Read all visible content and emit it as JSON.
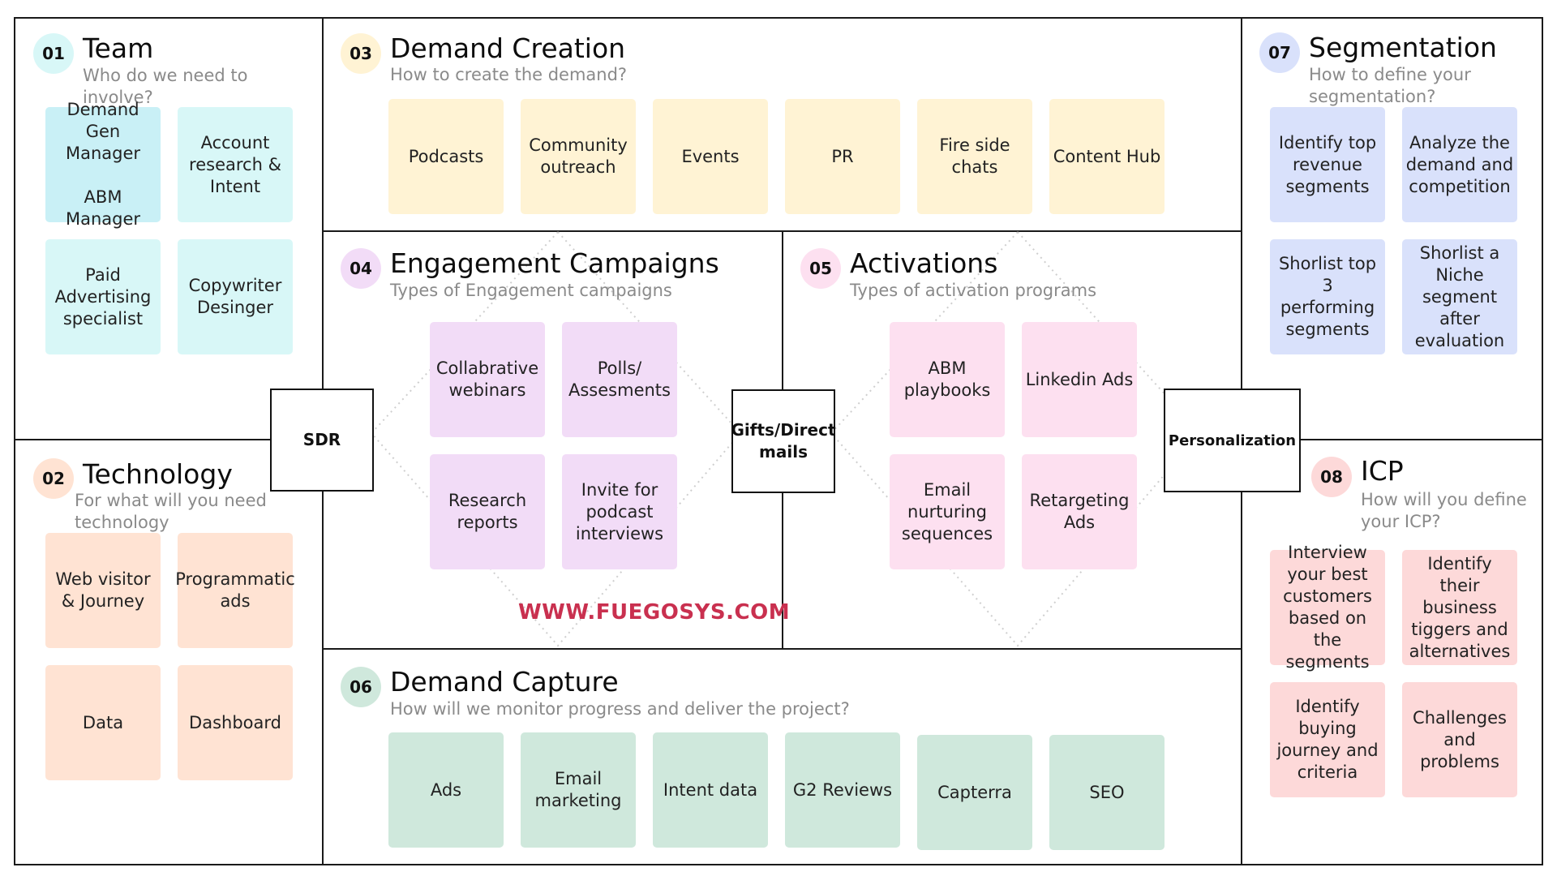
{
  "colors": {
    "team": "#d8f7f7",
    "team_dark": "#c9f0f6",
    "technology": "#ffe3d3",
    "demand_creation": "#fff3d4",
    "engagement": "#f2dcf7",
    "activations": "#fde0f0",
    "demand_capture": "#cfe8dc",
    "segmentation": "#d9e1fb",
    "icp": "#fdd9d9",
    "brand": "#c9304f"
  },
  "sections": {
    "team": {
      "number": "01",
      "title": "Team",
      "subtitle": "Who do we need to involve?",
      "cards": [
        "Demand Gen Manager\n\nABM Manager",
        "Account research & Intent",
        "Paid Advertising specialist",
        "Copywriter Desinger"
      ]
    },
    "technology": {
      "number": "02",
      "title": "Technology",
      "subtitle": "For what will you need technology",
      "cards": [
        "Web visitor & Journey",
        "Programmatic ads",
        "Data",
        "Dashboard"
      ]
    },
    "demand_creation": {
      "number": "03",
      "title": "Demand Creation",
      "subtitle": "How to create the demand?",
      "cards": [
        "Podcasts",
        "Community outreach",
        "Events",
        "PR",
        "Fire side chats",
        "Content Hub"
      ]
    },
    "engagement": {
      "number": "04",
      "title": "Engagement Campaigns",
      "subtitle": "Types of Engagement campaigns",
      "cards": [
        "Collabrative webinars",
        "Polls/ Assesments",
        "Research reports",
        "Invite for podcast interviews"
      ]
    },
    "activations": {
      "number": "05",
      "title": "Activations",
      "subtitle": "Types of activation programs",
      "cards": [
        "ABM playbooks",
        "Linkedin Ads",
        "Email nurturing sequences",
        "Retargeting Ads"
      ]
    },
    "demand_capture": {
      "number": "06",
      "title": "Demand Capture",
      "subtitle": "How will we monitor progress and deliver the project?",
      "cards": [
        "Ads",
        "Email marketing",
        "Intent data",
        "G2 Reviews",
        "Capterra",
        "SEO"
      ]
    },
    "segmentation": {
      "number": "07",
      "title": "Segmentation",
      "subtitle": "How to define your segmentation?",
      "cards": [
        "Identify top revenue segments",
        "Analyze the demand and competition",
        "Shorlist top 3 performing segments",
        "Shorlist a Niche segment after evaluation"
      ]
    },
    "icp": {
      "number": "08",
      "title": "ICP",
      "subtitle": "How will you define your ICP?",
      "cards": [
        "Interview your best customers based on the segments",
        "Identify their business tiggers and alternatives",
        "Identify buying journey and criteria",
        "Challenges and problems"
      ]
    }
  },
  "connectors": {
    "sdr": "SDR",
    "gifts": "Gifts/Direct\nmails",
    "personalization": "Personalization"
  },
  "brand": "WWW.FUEGOSYS.COM"
}
